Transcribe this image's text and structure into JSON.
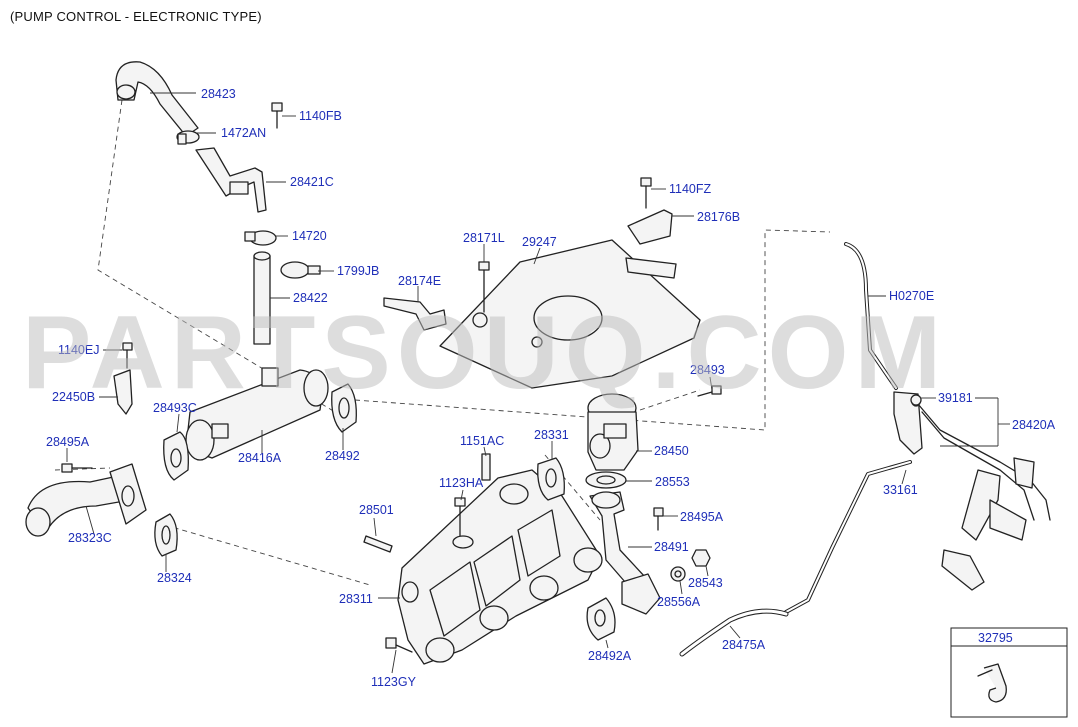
{
  "header": {
    "title": "(PUMP CONTROL - ELECTRONIC TYPE)"
  },
  "watermark": {
    "text": "PARTSOUQ.COM"
  },
  "labels": {
    "p28423": "28423",
    "p1140FB": "1140FB",
    "p1472AN": "1472AN",
    "p28421C": "28421C",
    "p14720": "14720",
    "p1799JB": "1799JB",
    "p28422": "28422",
    "p1140EJ": "1140EJ",
    "p22450B": "22450B",
    "p28493C": "28493C",
    "p28416A": "28416A",
    "p28492": "28492",
    "p28495A_left": "28495A",
    "p28323C": "28323C",
    "p28324": "28324",
    "p1140FZ": "1140FZ",
    "p28176B": "28176B",
    "p28171L": "28171L",
    "p29247": "29247",
    "p28174E": "28174E",
    "pH0270E": "H0270E",
    "p39181": "39181",
    "p28420A": "28420A",
    "p28493": "28493",
    "p28331": "28331",
    "p28450": "28450",
    "p1151AC": "1151AC",
    "p1123HA": "1123HA",
    "p28553": "28553",
    "p28495A_right": "28495A",
    "p28501": "28501",
    "p28491": "28491",
    "p28543": "28543",
    "p28556A": "28556A",
    "p28311": "28311",
    "p28492A": "28492A",
    "p1123GY": "1123GY",
    "p33161": "33161",
    "p28475A": "28475A",
    "p32795": "32795"
  },
  "colors": {
    "label": "#1f2fb8",
    "line": "#222222",
    "watermark": "#bdbdbd"
  }
}
